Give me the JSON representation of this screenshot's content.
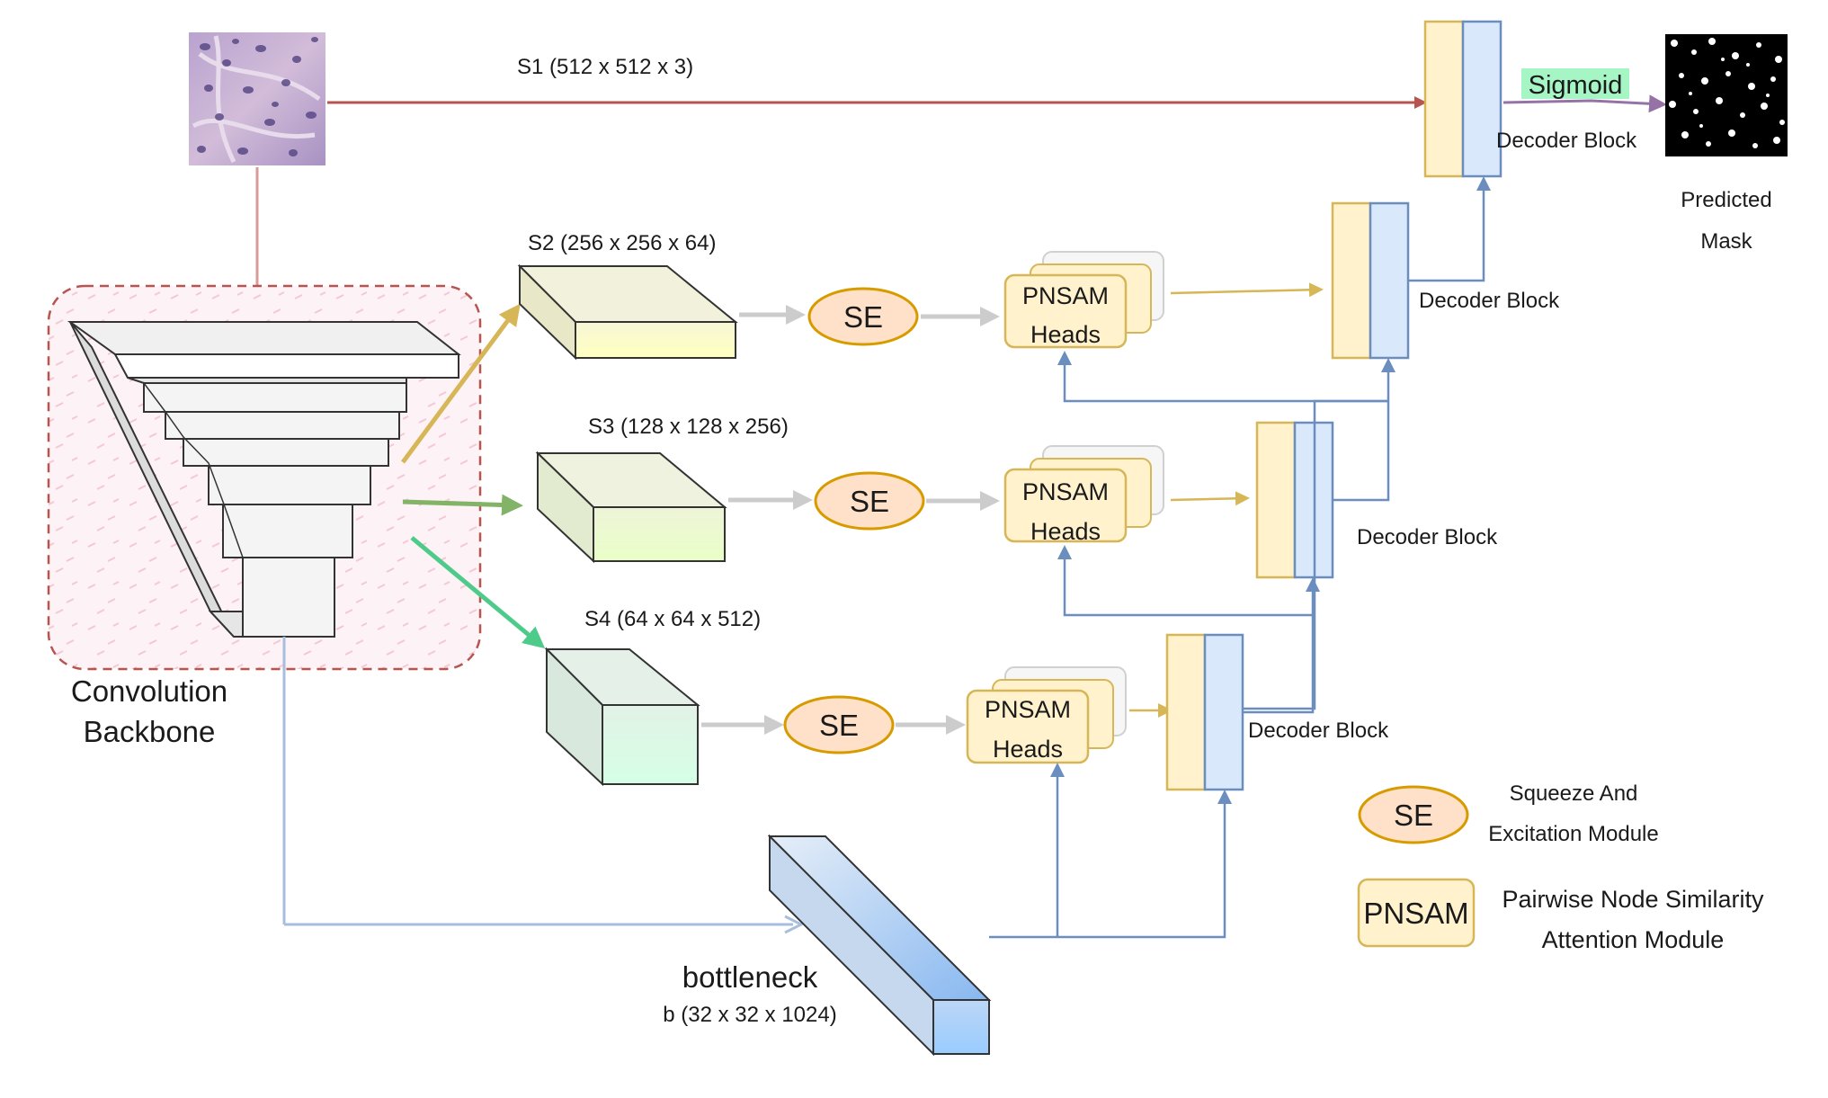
{
  "labels": {
    "s1": "S1 (512 x 512 x 3)",
    "s2": "S2 (256 x 256 x 64)",
    "s3": "S3 (128 x 128 x 256)",
    "s4": "S4 (64 x 64 x 512)",
    "backbone_line1": "Convolution",
    "backbone_line2": "Backbone",
    "bottleneck_line1": "bottleneck",
    "bottleneck_line2": "b (32 x 32 x 1024)",
    "se": "SE",
    "pnsam_line1": "PNSAM",
    "pnsam_line2": "Heads",
    "decoder_block": "Decoder Block",
    "sigmoid": "Sigmoid",
    "predicted_line1": "Predicted",
    "predicted_line2": "Mask"
  },
  "legend": {
    "se_symbol": "SE",
    "se_desc_line1": "Squeeze And",
    "se_desc_line2": "Excitation  Module",
    "pnsam_symbol": "PNSAM",
    "pnsam_desc_line1": "Pairwise Node Similarity",
    "pnsam_desc_line2": "Attention Module"
  },
  "colors": {
    "s1_arrow": "#b85450",
    "s2_arrow": "#d6b656",
    "s3_arrow": "#82b366",
    "s4_arrow": "#4ecb8a",
    "skip_arrow": "#6c8ebf",
    "sigmoid_arrow": "#9673a6",
    "gray_arrow": "#cccccc",
    "se_fill": "#ffe0c8",
    "se_stroke": "#d79b00",
    "pnsam_fill": "#fff2cc",
    "pnsam_stroke": "#d6b656",
    "decoder_left": "#fff2cc",
    "decoder_right": "#dae8fc",
    "sigmoid_highlight": "#a6f5c5"
  }
}
